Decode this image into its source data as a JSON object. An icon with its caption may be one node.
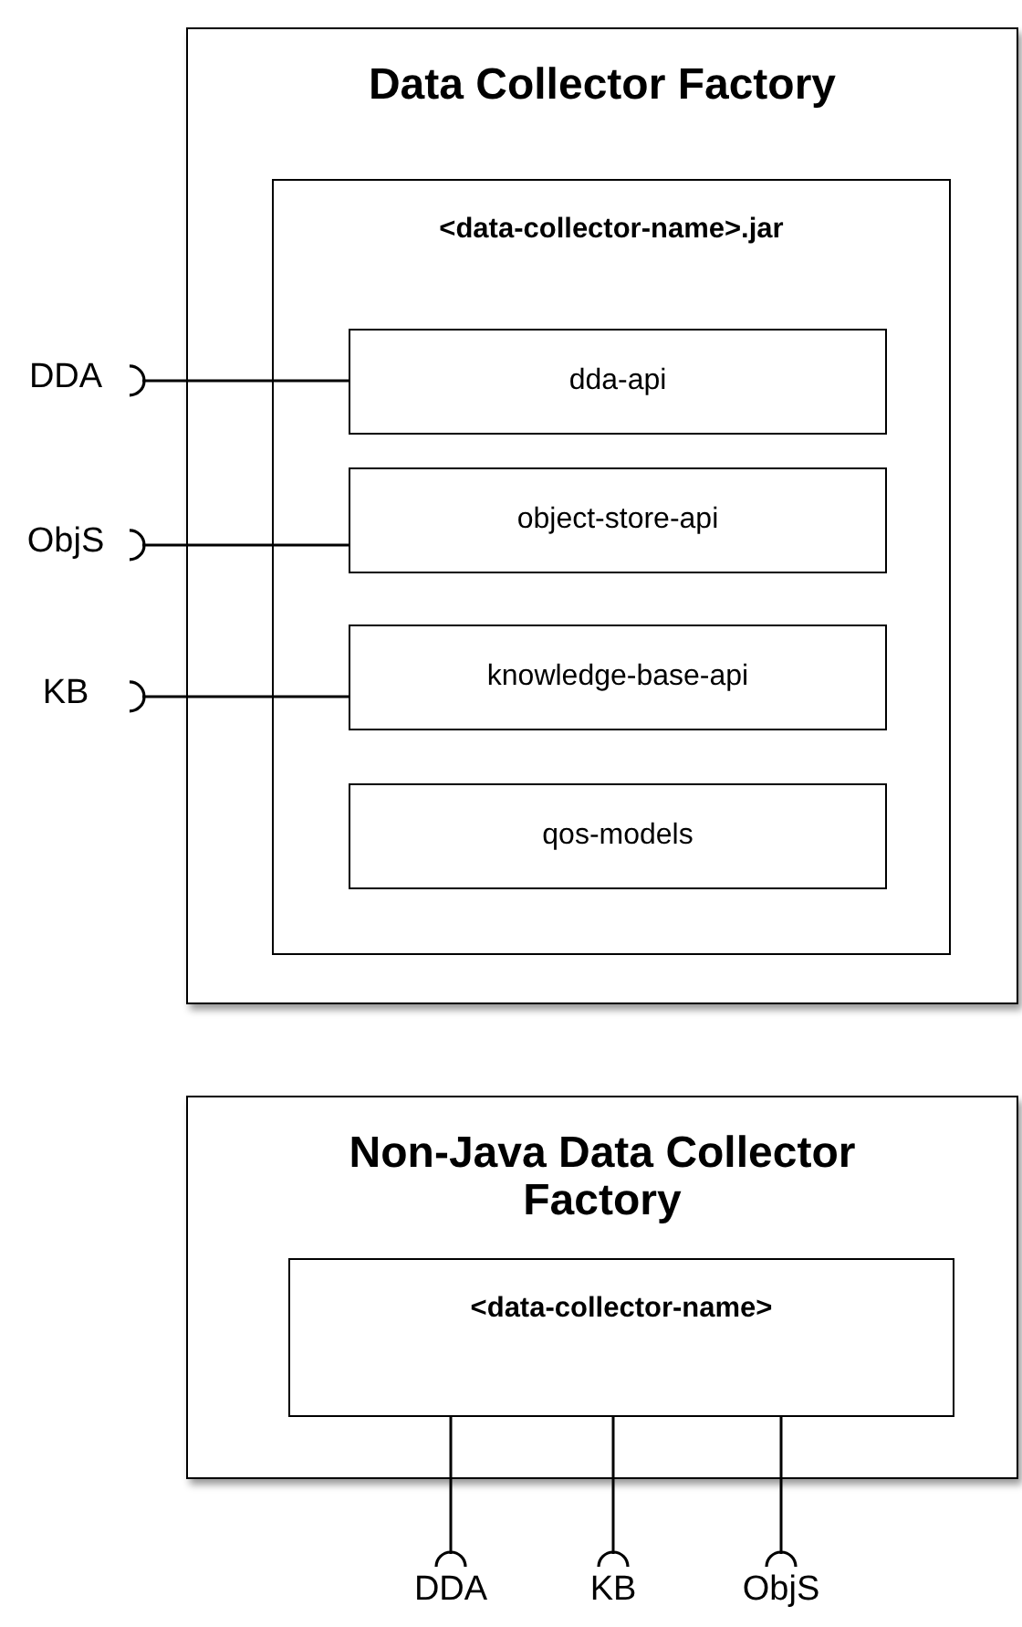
{
  "diagram": {
    "nodes": [
      {
        "text": [
          "Data Collector Factory"
        ]
      },
      {
        "text": [
          "<data-collector-name>.jar"
        ],
        "in": 0
      },
      {
        "text": [
          "dda-api"
        ],
        "in": 1
      },
      {
        "text": [
          "object-store-api"
        ],
        "in": 1
      },
      {
        "text": [
          "knowledge-base-api"
        ],
        "in": 1
      },
      {
        "text": [
          "qos-models"
        ],
        "in": 1
      },
      {
        "text": [
          "DDA"
        ]
      },
      {
        "text": [
          "ObjS"
        ]
      },
      {
        "text": [
          "KB"
        ]
      },
      {
        "text": [
          "Non-Java Data Collector Factory"
        ]
      },
      {
        "text": [
          "<data-collector-name>"
        ],
        "in": 9
      },
      {
        "text": [
          "DDA"
        ]
      },
      {
        "text": [
          "KB"
        ]
      },
      {
        "text": [
          "ObjS"
        ]
      }
    ],
    "edges": [
      {
        "from": 6,
        "to": 2,
        "arrow": "other"
      },
      {
        "from": 7,
        "to": 3,
        "arrow": "other"
      },
      {
        "from": 8,
        "to": 4,
        "arrow": "other"
      },
      {
        "from": 11,
        "to": 10,
        "arrow": "other"
      },
      {
        "from": 12,
        "to": 10,
        "arrow": "other"
      },
      {
        "from": 13,
        "to": 10,
        "arrow": "other"
      }
    ]
  }
}
